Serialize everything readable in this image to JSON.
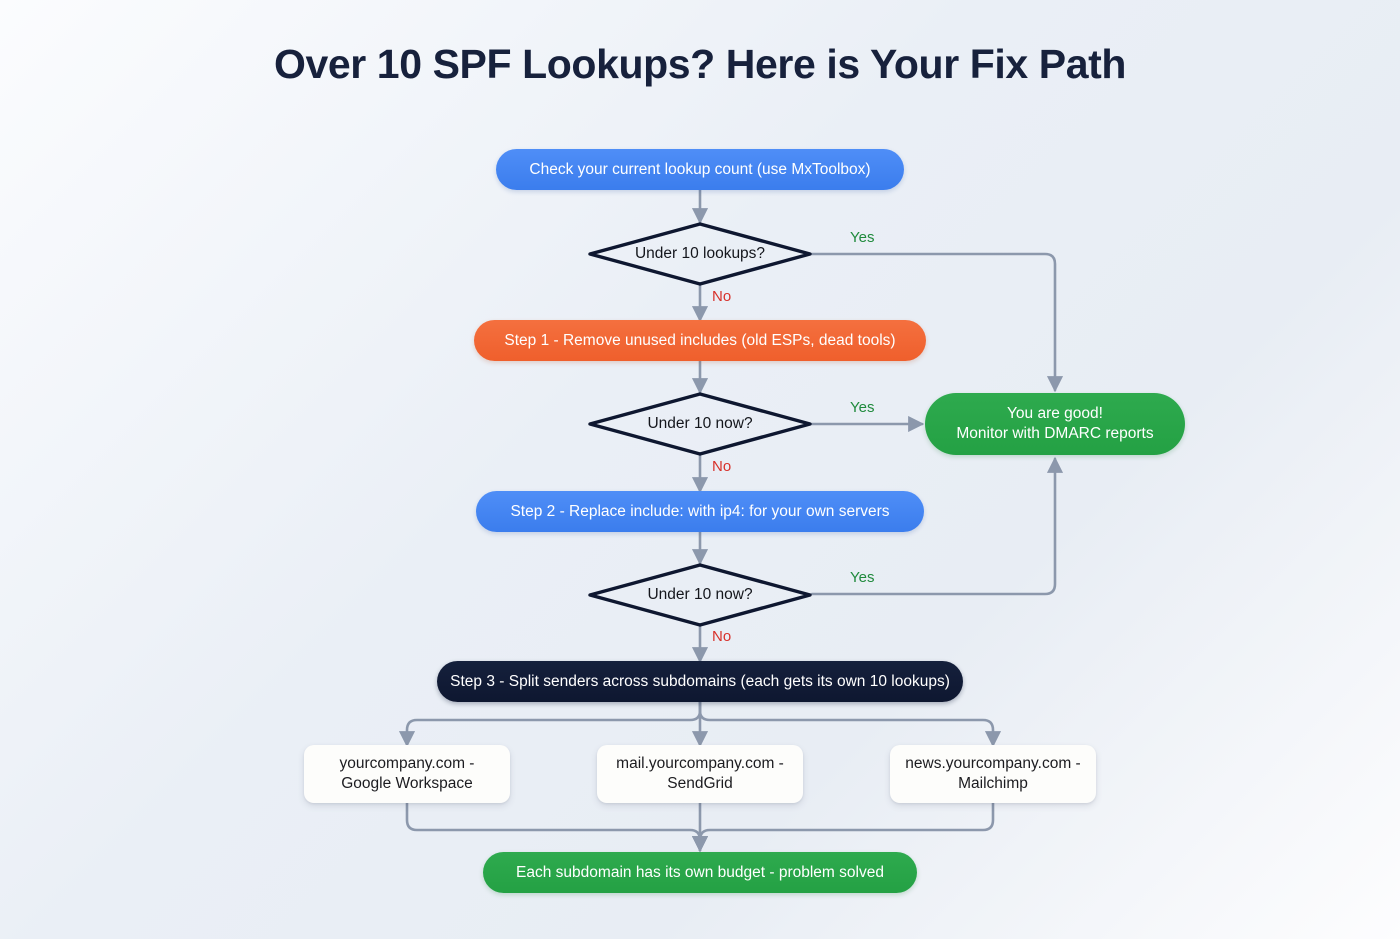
{
  "title": "Over 10 SPF Lookups? Here is Your Fix Path",
  "colors": {
    "background": "#eaeff6",
    "title": "#17213c",
    "blue": "#3b7ded",
    "orange": "#ef5f2c",
    "green": "#24a144",
    "dark": "#0e1730",
    "card": "#fdfdfb",
    "wire": "#8c98ac",
    "yes": "#1f8a3c",
    "no": "#d8312b"
  },
  "nodes": {
    "start": "Check your current lookup count (use MxToolbox)",
    "decision1": "Under 10 lookups?",
    "step1": "Step 1 - Remove unused includes (old ESPs, dead tools)",
    "decision2": "Under 10 now?",
    "step2": "Step 2 - Replace include: with ip4: for your own servers",
    "decision3": "Under 10 now?",
    "step3": "Step 3 - Split senders across subdomains (each gets its own 10 lookups)",
    "success_line1": "You are good!",
    "success_line2": "Monitor with DMARC reports",
    "sub1_line1": "yourcompany.com -",
    "sub1_line2": "Google Workspace",
    "sub2_line1": "mail.yourcompany.com -",
    "sub2_line2": "SendGrid",
    "sub3_line1": "news.yourcompany.com -",
    "sub3_line2": "Mailchimp",
    "final": "Each subdomain has its own budget - problem solved"
  },
  "edge_labels": {
    "yes1": "Yes",
    "no1": "No",
    "yes2": "Yes",
    "no2": "No",
    "yes3": "Yes",
    "no3": "No"
  },
  "chart_data": {
    "type": "diagram",
    "diagram_type": "flowchart",
    "title": "Over 10 SPF Lookups? Here is Your Fix Path",
    "direction": "top-to-bottom",
    "nodes": [
      {
        "id": "start",
        "shape": "rounded-pill",
        "color": "#3b7ded",
        "text": "Check your current lookup count (use MxToolbox)"
      },
      {
        "id": "decision1",
        "shape": "diamond",
        "color": "#0e1730",
        "text": "Under 10 lookups?"
      },
      {
        "id": "step1",
        "shape": "rounded-pill",
        "color": "#ef5f2c",
        "text": "Step 1 - Remove unused includes (old ESPs, dead tools)"
      },
      {
        "id": "decision2",
        "shape": "diamond",
        "color": "#0e1730",
        "text": "Under 10 now?"
      },
      {
        "id": "step2",
        "shape": "rounded-pill",
        "color": "#3b7ded",
        "text": "Step 2 - Replace include: with ip4: for your own servers"
      },
      {
        "id": "decision3",
        "shape": "diamond",
        "color": "#0e1730",
        "text": "Under 10 now?"
      },
      {
        "id": "step3",
        "shape": "rounded-pill",
        "color": "#0e1730",
        "text": "Step 3 - Split senders across subdomains (each gets its own 10 lookups)"
      },
      {
        "id": "success",
        "shape": "rounded-pill",
        "color": "#24a144",
        "text": "You are good! Monitor with DMARC reports"
      },
      {
        "id": "sub1",
        "shape": "rounded-rect",
        "color": "#fdfdfb",
        "text": "yourcompany.com - Google Workspace"
      },
      {
        "id": "sub2",
        "shape": "rounded-rect",
        "color": "#fdfdfb",
        "text": "mail.yourcompany.com - SendGrid"
      },
      {
        "id": "sub3",
        "shape": "rounded-rect",
        "color": "#fdfdfb",
        "text": "news.yourcompany.com - Mailchimp"
      },
      {
        "id": "final",
        "shape": "rounded-pill",
        "color": "#24a144",
        "text": "Each subdomain has its own budget - problem solved"
      }
    ],
    "edges": [
      {
        "from": "start",
        "to": "decision1",
        "label": ""
      },
      {
        "from": "decision1",
        "to": "success",
        "label": "Yes"
      },
      {
        "from": "decision1",
        "to": "step1",
        "label": "No"
      },
      {
        "from": "step1",
        "to": "decision2",
        "label": ""
      },
      {
        "from": "decision2",
        "to": "success",
        "label": "Yes"
      },
      {
        "from": "decision2",
        "to": "step2",
        "label": "No"
      },
      {
        "from": "step2",
        "to": "decision3",
        "label": ""
      },
      {
        "from": "decision3",
        "to": "success",
        "label": "Yes"
      },
      {
        "from": "decision3",
        "to": "step3",
        "label": "No"
      },
      {
        "from": "step3",
        "to": "sub1",
        "label": ""
      },
      {
        "from": "step3",
        "to": "sub2",
        "label": ""
      },
      {
        "from": "step3",
        "to": "sub3",
        "label": ""
      },
      {
        "from": "sub1",
        "to": "final",
        "label": ""
      },
      {
        "from": "sub2",
        "to": "final",
        "label": ""
      },
      {
        "from": "sub3",
        "to": "final",
        "label": ""
      }
    ]
  }
}
